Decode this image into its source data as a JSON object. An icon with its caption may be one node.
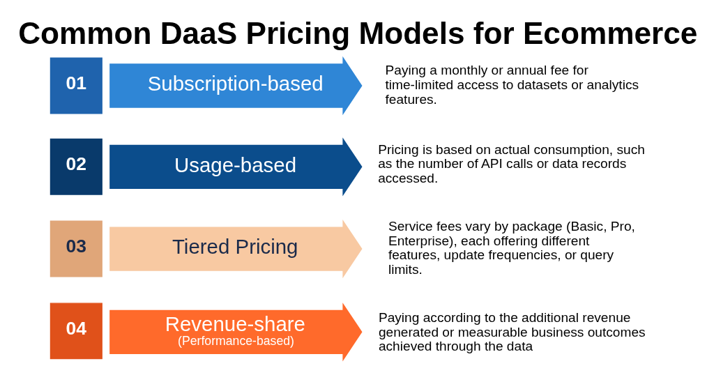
{
  "diagram": {
    "title": "Common DaaS Pricing Models for Ecommerce",
    "nodes": [
      {
        "text": [
          "01"
        ]
      },
      {
        "text": [
          "Subscription-based"
        ],
        "beside": [
          "Paying a monthly or annual fee for time-limited access to datasets or analytics features."
        ]
      },
      {
        "text": [
          "02"
        ]
      },
      {
        "text": [
          "Usage-based"
        ],
        "beside": [
          "Pricing is based on actual consumption, such as the number of API calls or data records accessed."
        ]
      },
      {
        "text": [
          "03"
        ]
      },
      {
        "text": [
          "Tiered Pricing"
        ],
        "beside": [
          "Service fees vary by package (Basic, Pro, Enterprise), each offering different features, update frequencies, or query limits."
        ]
      },
      {
        "text": [
          "04"
        ]
      },
      {
        "text": [
          "Revenue-share",
          "(Performance-based)"
        ],
        "beside": [
          "Paying according to the additional revenue generated or measurable business outcomes achieved through the data"
        ]
      }
    ]
  }
}
